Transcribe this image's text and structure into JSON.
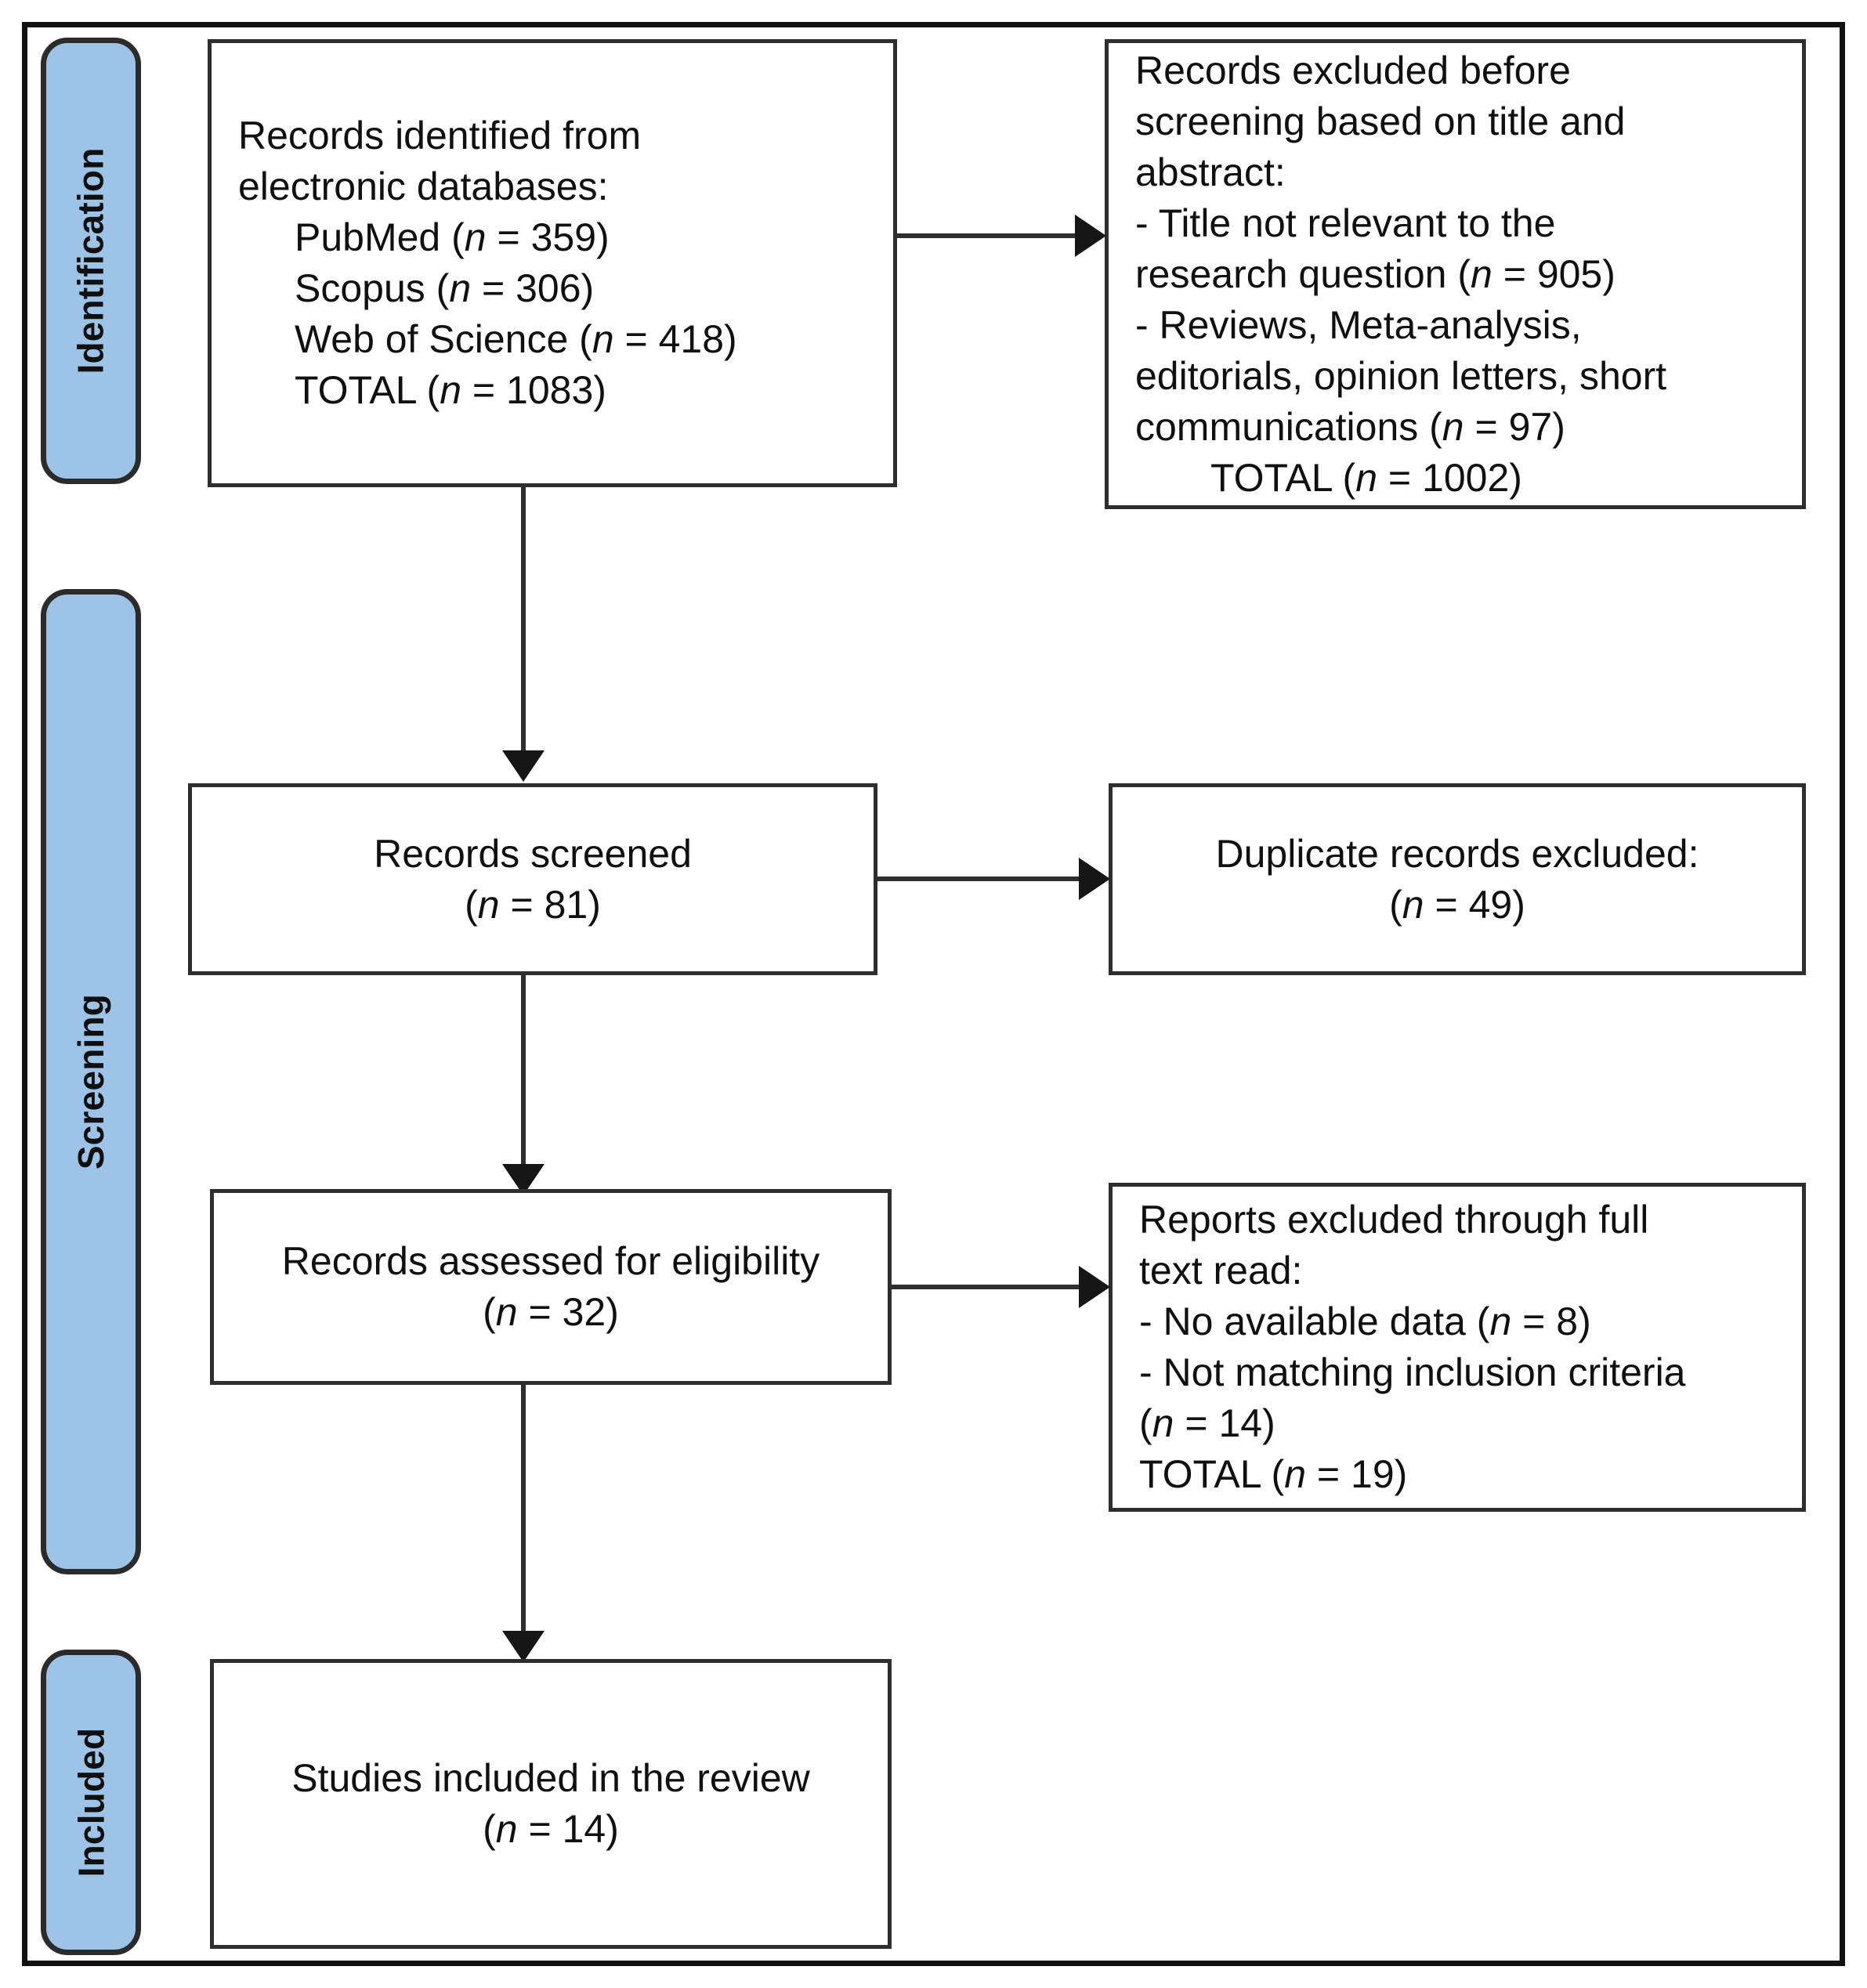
{
  "figure": {
    "type": "PRISMA flow diagram",
    "accent_color": "#9DC3E6",
    "border_color": "#2e2e2e"
  },
  "stages": [
    {
      "label": "Identification"
    },
    {
      "label": "Screening"
    },
    {
      "label": "Included"
    }
  ],
  "boxes": {
    "identified": {
      "lines": [
        "Records identified from",
        "electronic databases:",
        "PubMed (n = 359)",
        "Scopus (n = 306)",
        "Web of Science (n = 418)",
        "TOTAL (n = 1083)"
      ],
      "line1": "Records identified from",
      "line2": "electronic databases:",
      "line3": "PubMed (n = 359)",
      "line4": "Scopus (n = 306)",
      "line5": "Web of Science (n = 418)",
      "line6": "TOTAL (n = 1083)"
    },
    "excluded_title_abstract": {
      "lines": [
        "Records excluded before",
        "screening based on title and",
        "abstract:",
        "- Title not relevant to the",
        "research question (n = 905)",
        "- Reviews, Meta-analysis,",
        "editorials, opinion letters, short",
        "communications (n = 97)",
        "TOTAL (n = 1002)"
      ],
      "line1": "Records excluded before",
      "line2": "screening based on title and",
      "line3": "abstract:",
      "line4": "- Title not relevant to the",
      "line5": "research question (n = 905)",
      "line6": "- Reviews, Meta-analysis,",
      "line7": "editorials, opinion letters, short",
      "line8": "communications (n = 97)",
      "line9": "TOTAL (n = 1002)"
    },
    "screened": {
      "lines": [
        "Records screened",
        "(n = 81)"
      ],
      "line1": "Records screened",
      "line2": "(n = 81)"
    },
    "duplicates_excluded": {
      "lines": [
        "Duplicate records excluded:",
        "(n = 49)"
      ],
      "line1": "Duplicate records excluded:",
      "line2": "(n = 49)"
    },
    "assessed": {
      "lines": [
        "Records assessed for eligibility",
        "(n = 32)"
      ],
      "line1": "Records assessed for eligibility",
      "line2": "(n = 32)"
    },
    "excluded_fulltext": {
      "lines": [
        "Reports excluded through full",
        "text read:",
        "- No available data (n = 8)",
        "- Not matching inclusion criteria",
        "(n = 14)",
        "TOTAL (n = 19)"
      ],
      "line1": "Reports excluded through full",
      "line2": "text read:",
      "line3": "- No available data (n = 8)",
      "line4": "- Not matching inclusion criteria",
      "line5": "(n = 14)",
      "line6": "TOTAL (n = 19)"
    },
    "included": {
      "lines": [
        "Studies included in the review",
        "(n = 14)"
      ],
      "line1": "Studies included in the review",
      "line2": "(n = 14)"
    }
  },
  "chart_data": {
    "type": "flowchart",
    "title": "PRISMA flow diagram",
    "nodes": [
      {
        "id": "identified",
        "stage": "Identification",
        "label": "Records identified from electronic databases",
        "n": 1083,
        "breakdown": [
          {
            "source": "PubMed",
            "n": 359
          },
          {
            "source": "Scopus",
            "n": 306
          },
          {
            "source": "Web of Science",
            "n": 418
          }
        ]
      },
      {
        "id": "excluded_title_abstract",
        "stage": "Identification",
        "label": "Records excluded before screening based on title and abstract",
        "n": 1002,
        "breakdown": [
          {
            "reason": "Title not relevant to the research question",
            "n": 905
          },
          {
            "reason": "Reviews, Meta-analysis, editorials, opinion letters, short communications",
            "n": 97
          }
        ]
      },
      {
        "id": "screened",
        "stage": "Screening",
        "label": "Records screened",
        "n": 81
      },
      {
        "id": "duplicates_excluded",
        "stage": "Screening",
        "label": "Duplicate records excluded",
        "n": 49
      },
      {
        "id": "assessed",
        "stage": "Screening",
        "label": "Records assessed for eligibility",
        "n": 32
      },
      {
        "id": "excluded_fulltext",
        "stage": "Screening",
        "label": "Reports excluded through full text read",
        "n": 19,
        "breakdown": [
          {
            "reason": "No available data",
            "n": 8
          },
          {
            "reason": "Not matching inclusion criteria",
            "n": 14
          }
        ]
      },
      {
        "id": "included",
        "stage": "Included",
        "label": "Studies included in the review",
        "n": 14
      }
    ],
    "edges": [
      {
        "from": "identified",
        "to": "excluded_title_abstract",
        "direction": "right"
      },
      {
        "from": "identified",
        "to": "screened",
        "direction": "down"
      },
      {
        "from": "screened",
        "to": "duplicates_excluded",
        "direction": "right"
      },
      {
        "from": "screened",
        "to": "assessed",
        "direction": "down"
      },
      {
        "from": "assessed",
        "to": "excluded_fulltext",
        "direction": "right"
      },
      {
        "from": "assessed",
        "to": "included",
        "direction": "down"
      }
    ]
  }
}
